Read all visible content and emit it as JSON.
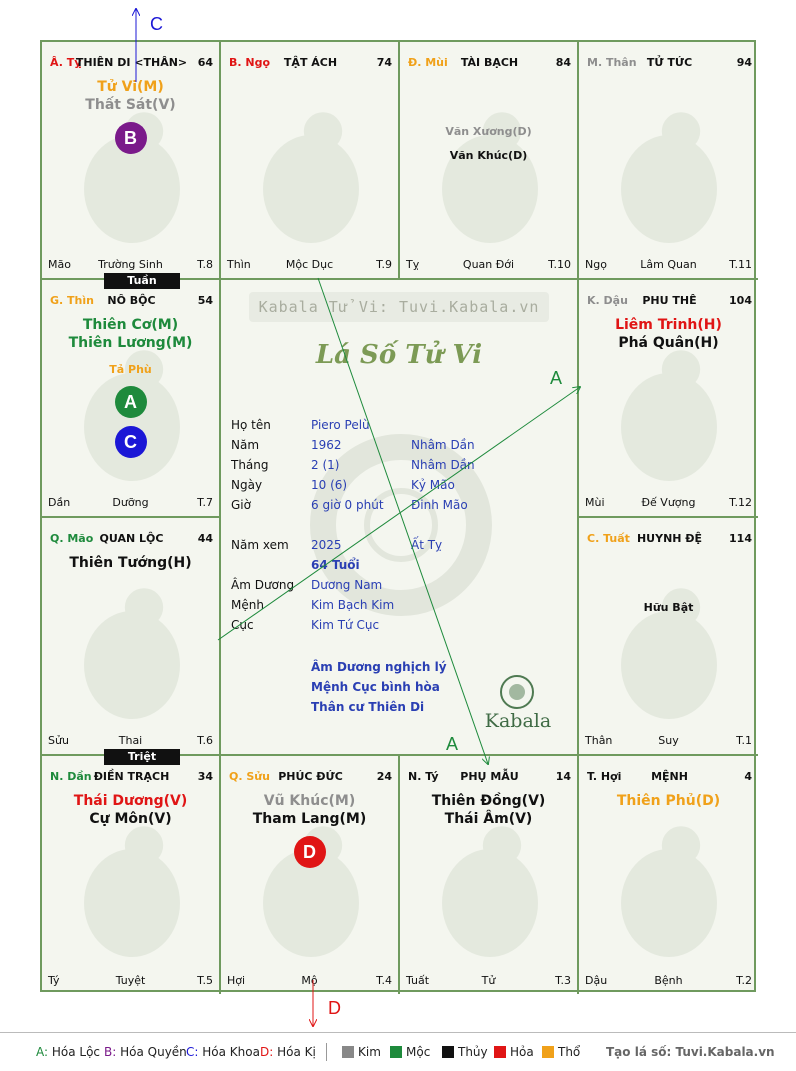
{
  "colors": {
    "kim": "#888888",
    "moc": "#1e8a3c",
    "thuy": "#111111",
    "hoa": "#e01515",
    "tho": "#f0a11a",
    "purple": "#7a1a8a",
    "blue": "#1b17d6",
    "grey": "#8e8e8e"
  },
  "cells": [
    {
      "id": "ty",
      "col": 0,
      "row": 0,
      "branch": "Â. Tỵ",
      "branch_color": "#e01515",
      "name": "THIÊN DI <THÂN>",
      "num": "64",
      "stars": [
        {
          "t": "Tử Vi(M)",
          "c": "#f0a11a"
        },
        {
          "t": "Thất Sát(V)",
          "c": "#8e8e8e"
        }
      ],
      "badges": [
        {
          "t": "B",
          "c": "#7a1a8a"
        }
      ],
      "foot": [
        "Mão",
        "Trường Sinh",
        "T.8"
      ],
      "icon": "snake-icon"
    },
    {
      "id": "ngo",
      "col": 1,
      "row": 0,
      "branch": "B. Ngọ",
      "branch_color": "#e01515",
      "name": "TẬT ÁCH",
      "num": "74",
      "stars": [],
      "badges": [],
      "foot": [
        "Thìn",
        "Mộc Dục",
        "T.9"
      ],
      "icon": "horse-icon"
    },
    {
      "id": "mui",
      "col": 2,
      "row": 0,
      "branch": "Đ. Mùi",
      "branch_color": "#f0a11a",
      "name": "TÀI BẠCH",
      "num": "84",
      "stars": [
        {
          "t": "Văn Xương(D)",
          "c": "#8e8e8e",
          "small": true
        },
        {
          "t": "Văn Khúc(D)",
          "c": "#111111",
          "small": true
        }
      ],
      "badges": [],
      "foot": [
        "Tỵ",
        "Quan Đới",
        "T.10"
      ],
      "icon": "goat-icon",
      "starsTop": 82
    },
    {
      "id": "than",
      "col": 3,
      "row": 0,
      "branch": "M. Thân",
      "branch_color": "#8e8e8e",
      "name": "TỬ TỨC",
      "num": "94",
      "stars": [],
      "badges": [],
      "foot": [
        "Ngọ",
        "Lâm Quan",
        "T.11"
      ],
      "icon": "monkey-icon"
    },
    {
      "id": "thin",
      "col": 0,
      "row": 1,
      "branch": "G. Thìn",
      "branch_color": "#f0a11a",
      "name": "NÔ BỘC",
      "num": "54",
      "stars": [
        {
          "t": "Thiên Cơ(M)",
          "c": "#1e8a3c"
        },
        {
          "t": "Thiên Lương(M)",
          "c": "#1e8a3c"
        },
        {
          "t": "Tả Phù",
          "c": "#f0a11a",
          "small": true,
          "gap": true
        }
      ],
      "badges": [
        {
          "t": "A",
          "c": "#1e8a3c"
        },
        {
          "t": "C",
          "c": "#1b17d6"
        }
      ],
      "foot": [
        "Dần",
        "Dưỡng",
        "T.7"
      ],
      "icon": "dragon-icon"
    },
    {
      "id": "dau",
      "col": 3,
      "row": 1,
      "branch": "K. Dậu",
      "branch_color": "#8e8e8e",
      "name": "PHU THÊ",
      "num": "104",
      "stars": [
        {
          "t": "Liêm Trinh(H)",
          "c": "#e01515"
        },
        {
          "t": "Phá Quân(H)",
          "c": "#111111"
        }
      ],
      "badges": [],
      "foot": [
        "Mùi",
        "Đế Vượng",
        "T.12"
      ],
      "icon": "rooster-icon"
    },
    {
      "id": "mao",
      "col": 0,
      "row": 2,
      "branch": "Q. Mão",
      "branch_color": "#1e8a3c",
      "name": "QUAN LỘC",
      "num": "44",
      "stars": [
        {
          "t": "Thiên Tướng(H)",
          "c": "#111111"
        }
      ],
      "badges": [],
      "foot": [
        "Sửu",
        "Thai",
        "T.6"
      ],
      "icon": "rabbit-icon"
    },
    {
      "id": "tuat",
      "col": 3,
      "row": 2,
      "branch": "C. Tuất",
      "branch_color": "#f0a11a",
      "name": "HUYNH ĐỆ",
      "num": "114",
      "stars": [
        {
          "t": "Hữu Bật",
          "c": "#111111",
          "small": true
        }
      ],
      "badges": [],
      "foot": [
        "Thân",
        "Suy",
        "T.1"
      ],
      "icon": "dog-icon",
      "starsTop": 82
    },
    {
      "id": "dan",
      "col": 0,
      "row": 3,
      "branch": "N. Dần",
      "branch_color": "#1e8a3c",
      "name": "ĐIỀN TRẠCH",
      "num": "34",
      "stars": [
        {
          "t": "Thái Dương(V)",
          "c": "#e01515"
        },
        {
          "t": "Cự Môn(V)",
          "c": "#111111"
        }
      ],
      "badges": [],
      "foot": [
        "Tý",
        "Tuyệt",
        "T.5"
      ],
      "icon": "tiger-icon"
    },
    {
      "id": "suu",
      "col": 1,
      "row": 3,
      "branch": "Q. Sửu",
      "branch_color": "#f0a11a",
      "name": "PHÚC ĐỨC",
      "num": "24",
      "stars": [
        {
          "t": "Vũ Khúc(M)",
          "c": "#8e8e8e"
        },
        {
          "t": "Tham Lang(M)",
          "c": "#111111"
        }
      ],
      "badges": [
        {
          "t": "D",
          "c": "#e01515"
        }
      ],
      "foot": [
        "Hợi",
        "Mộ",
        "T.4"
      ],
      "icon": "ox-icon"
    },
    {
      "id": "tyc",
      "col": 2,
      "row": 3,
      "branch": "N. Tý",
      "branch_color": "#111111",
      "name": "PHỤ MẪU",
      "num": "14",
      "stars": [
        {
          "t": "Thiên Đồng(V)",
          "c": "#111111"
        },
        {
          "t": "Thái Âm(V)",
          "c": "#111111"
        }
      ],
      "badges": [],
      "foot": [
        "Tuất",
        "Tử",
        "T.3"
      ],
      "icon": "rat-icon"
    },
    {
      "id": "hoi",
      "col": 3,
      "row": 3,
      "branch": "T. Hợi",
      "branch_color": "#111111",
      "name": "MỆNH",
      "num": "4",
      "stars": [
        {
          "t": "Thiên Phủ(D)",
          "c": "#f0a11a"
        }
      ],
      "badges": [],
      "foot": [
        "Dậu",
        "Bệnh",
        "T.2"
      ],
      "icon": "pig-icon"
    }
  ],
  "tags": {
    "tuan": "Tuần",
    "triet": "Triệt"
  },
  "center": {
    "watermark": "Kabala Tử Vi: Tuvi.Kabala.vn",
    "title": "Lá Số Tử Vi",
    "rows": [
      {
        "label": "Họ tên",
        "v1": "Piero Pelù",
        "v2": ""
      },
      {
        "label": "Năm",
        "v1": "1962",
        "v2": "Nhâm Dần"
      },
      {
        "label": "Tháng",
        "v1": "2  (1)",
        "v2": "Nhâm Dần"
      },
      {
        "label": "Ngày",
        "v1": "10  (6)",
        "v2": "Kỷ Mão"
      },
      {
        "label": "Giờ",
        "v1": "6 giờ 0 phút",
        "v2": "Đinh Mão"
      },
      {
        "label": "Năm xem",
        "v1": "2025",
        "v2": "Ất Tỵ"
      },
      {
        "label": "",
        "v1": "64 Tuổi",
        "v2": ""
      },
      {
        "label": "Âm Dương",
        "v1": "Dương Nam",
        "v2": ""
      },
      {
        "label": "Mệnh",
        "v1": "Kim Bạch Kim",
        "v2": ""
      },
      {
        "label": "Cục",
        "v1": "Kim Tứ Cục",
        "v2": ""
      }
    ],
    "notes": [
      "Âm Dương nghịch lý",
      "Mệnh Cục bình hòa",
      "Thân cư Thiên Di"
    ],
    "brand": "Kabala"
  },
  "arrows": {
    "A": "A",
    "C": "C",
    "D": "D"
  },
  "legend": {
    "hoa_loc": "Hóa Lộc",
    "hoa_quyen": "Hóa Quyền",
    "hoa_khoa": "Hóa Khoa",
    "hoa_ki": "Hóa Kị",
    "kim": "Kim",
    "moc": "Mộc",
    "thuy": "Thủy",
    "hoa": "Hỏa",
    "tho": "Thổ",
    "a": "A:",
    "b": "B:",
    "c": "C:",
    "d": "D:",
    "site": "Tạo lá số: Tuvi.Kabala.vn"
  }
}
